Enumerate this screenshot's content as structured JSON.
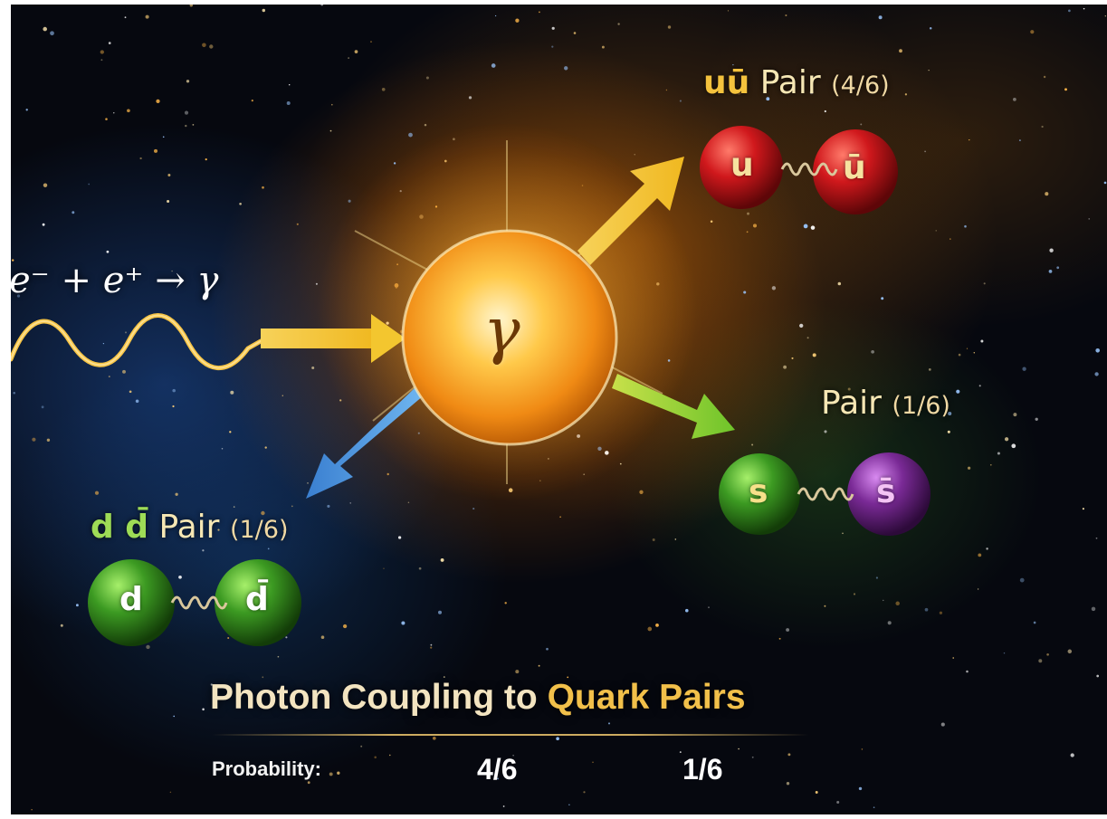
{
  "equation": "e⁻ + e⁺ → γ",
  "photon_symbol": "γ",
  "pairs": {
    "uu": {
      "symbol": "uū",
      "word": "Pair",
      "probability": "(4/6)",
      "quark": "u",
      "antiquark": "ū",
      "color": "#c8141a"
    },
    "ss": {
      "word": "Pair",
      "probability": "(1/6)",
      "quark": "s",
      "antiquark": "s̄",
      "color_quark": "#3c9a22",
      "color_antiquark": "#7a2a96"
    },
    "dd": {
      "symbol": "d d̄",
      "word": "Pair",
      "probability": "(1/6)",
      "quark": "d",
      "antiquark": "d̄",
      "color": "#3c9a22"
    }
  },
  "footer": {
    "title_part1": "Photon Coupling to ",
    "title_part2": "Quark Pairs",
    "probability_label": "Probability:",
    "value_1": "4/6",
    "value_2": "1/6"
  },
  "colors": {
    "arrow_gold": "#f3c62f",
    "arrow_green": "#86cf32",
    "arrow_blue": "#4a98dc"
  },
  "icons": [
    "photon-sphere-icon",
    "wavy-photon-icon",
    "gluon-spring-icon"
  ]
}
